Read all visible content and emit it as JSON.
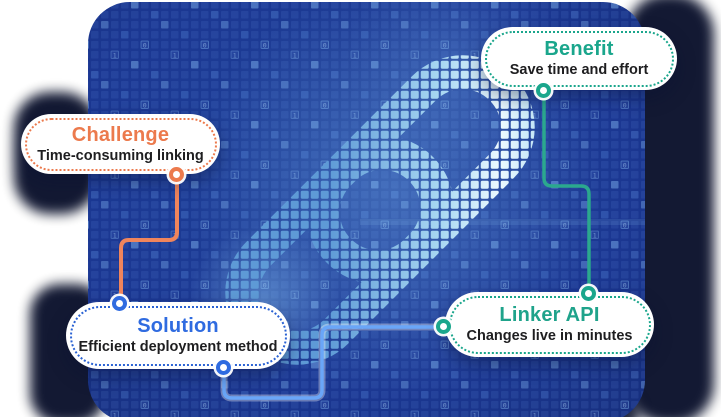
{
  "figure": {
    "description": "Digital chain-link infographic with four callouts",
    "icon": "chain-link-icon",
    "theme_colors": {
      "board_blue": "#1C3A96",
      "chain_light_blue": "#CFEAFB",
      "shadow_navy": "#0A102B",
      "orange_accent": "#EC7A4D",
      "teal_accent": "#1AA68C",
      "blue_accent": "#2F6BE0",
      "subtitle_text": "#1E1E20",
      "pill_background": "#FFFFFF"
    },
    "callouts": [
      {
        "id": "challenge",
        "title": "Challenge",
        "subtitle": "Time-consuming linking",
        "accent": "#EC7A4D"
      },
      {
        "id": "benefit",
        "title": "Benefit",
        "subtitle": "Save time and effort",
        "accent": "#1AA68C"
      },
      {
        "id": "solution",
        "title": "Solution",
        "subtitle": "Efficient deployment method",
        "accent": "#2F6BE0"
      },
      {
        "id": "linker_api",
        "title": "Linker API",
        "subtitle": "Changes live in minutes",
        "accent": "#1AA68C"
      }
    ],
    "connections": [
      {
        "from": "challenge",
        "to": "solution",
        "color": "#EC7A4D"
      },
      {
        "from": "solution",
        "to": "linker_api",
        "color": "#6AA6F8"
      },
      {
        "from": "benefit",
        "to": "linker_api",
        "color": "#1AA68C"
      }
    ]
  }
}
